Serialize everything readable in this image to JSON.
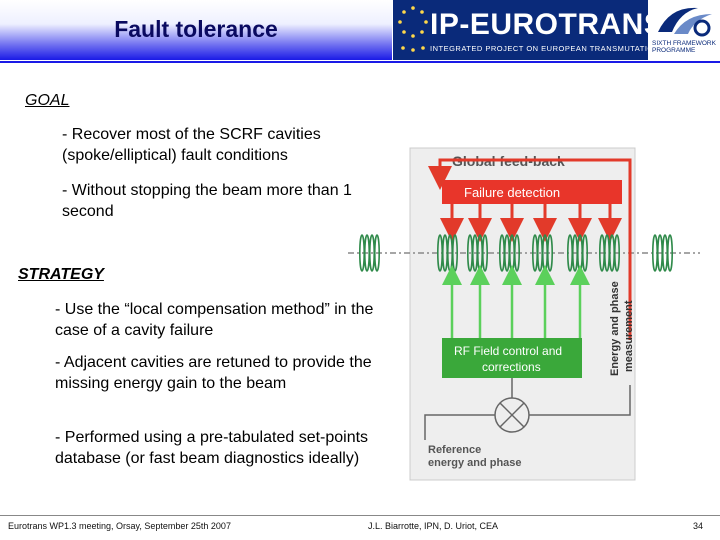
{
  "header": {
    "title": "Fault tolerance",
    "logo_main": "IP-EUROTRANS",
    "logo_sub": "INTEGRATED PROJECT ON EUROPEAN TRANSMUTATION",
    "fp6_lines": [
      "SIXTH FRAMEWORK",
      "PROGRAMME"
    ]
  },
  "goal": {
    "heading": "GOAL",
    "items": [
      "- Recover most of the SCRF cavities (spoke/elliptical) fault conditions",
      "- Without stopping the beam more than 1 second"
    ]
  },
  "strategy": {
    "heading": "STRATEGY",
    "items": [
      "- Use the “local compensation method” in the case of a cavity failure",
      "- Adjacent cavities are retuned to provide the missing energy gain to the beam",
      "- Performed using a pre-tabulated set-points database (or fast beam diagnostics ideally)"
    ]
  },
  "diagram": {
    "global_label": "Global feed-back",
    "failure_label": "Failure detection",
    "rf_label_1": "RF Field control and",
    "rf_label_2": "corrections",
    "ref_label_1": "Reference",
    "ref_label_2": "energy and phase",
    "meas_label_1": "Energy and phase",
    "meas_label_2": "measurement",
    "colors": {
      "red_box": "#e8352a",
      "green_box": "#3aa83a",
      "arrow_red": "#e23a2a",
      "arrow_green": "#5bd05b",
      "panel": "#eeeeee"
    }
  },
  "footer": {
    "left": "Eurotrans WP1.3 meeting, Orsay, September 25th 2007",
    "mid": "J.L. Biarrotte, IPN, D. Uriot, CEA",
    "page": "34"
  }
}
